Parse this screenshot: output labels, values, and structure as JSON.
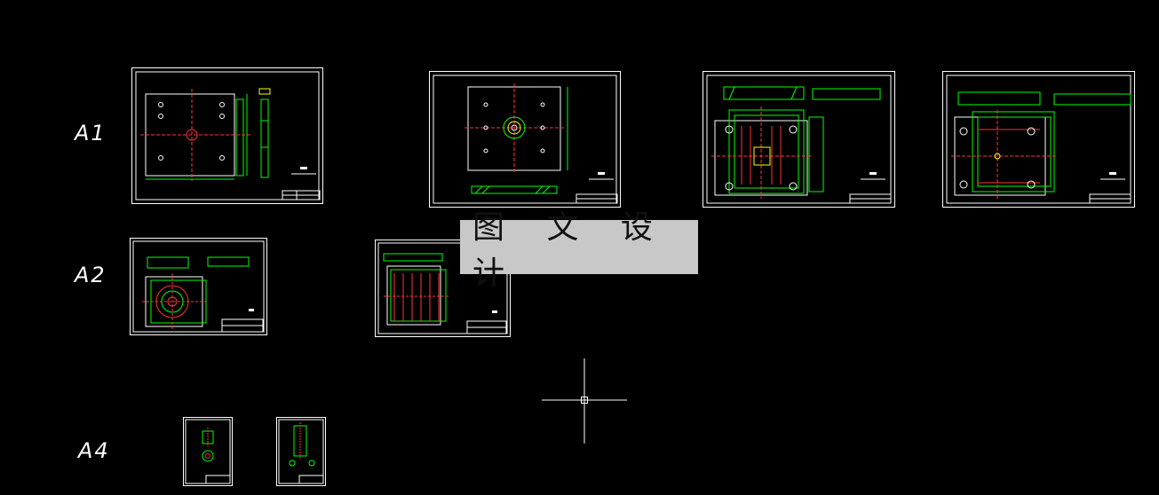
{
  "labels": {
    "a1": "A1",
    "a2": "A2",
    "a4": "A4"
  },
  "watermark": "图 文 设 计",
  "colors": {
    "background": "#000000",
    "frame": "#ffffff",
    "geometry": "#00ff00",
    "centerline": "#ff3333",
    "accent": "#ffff00",
    "watermark_bg": "#c8c8c8"
  },
  "drawings": [
    {
      "id": "a1-sheet-1",
      "size": "A1"
    },
    {
      "id": "a1-sheet-2",
      "size": "A1"
    },
    {
      "id": "a1-sheet-3",
      "size": "A1"
    },
    {
      "id": "a1-sheet-4",
      "size": "A1"
    },
    {
      "id": "a2-sheet-1",
      "size": "A2"
    },
    {
      "id": "a2-sheet-2",
      "size": "A2"
    },
    {
      "id": "a4-sheet-1",
      "size": "A4"
    },
    {
      "id": "a4-sheet-2",
      "size": "A4"
    }
  ],
  "cursor": "crosshair-cursor"
}
